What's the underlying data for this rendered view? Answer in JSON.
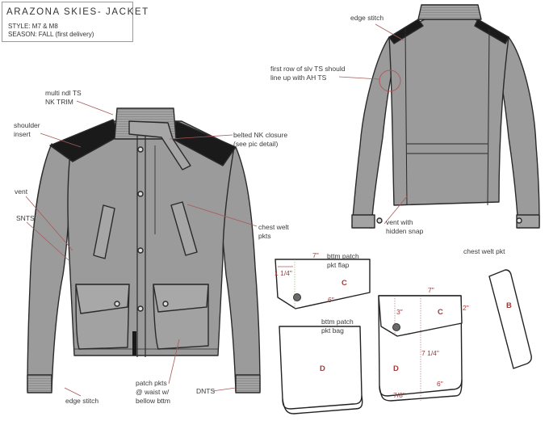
{
  "title_block": {
    "title": "ARAZONA SKIES- JACKET",
    "style": "STYLE: M7 & M8",
    "season": "SEASON: FALL (first delivery)"
  },
  "colors": {
    "garment_fill": "#9b9b9b",
    "insert_fill": "#1a1a1a",
    "outline": "#2a2a2a",
    "leader_line": "#a85a5a",
    "dimension_text": "#a33a3a"
  },
  "front_view": {
    "callouts": [
      {
        "id": "multi-ndl",
        "lines": [
          "multi ndl TS",
          "NK TRIM"
        ]
      },
      {
        "id": "shoulder-insert",
        "lines": [
          "shoulder",
          "insert"
        ]
      },
      {
        "id": "belted-nk",
        "lines": [
          "belted NK closure",
          "(see pic detail)"
        ]
      },
      {
        "id": "vent",
        "lines": [
          "vent"
        ]
      },
      {
        "id": "snts",
        "lines": [
          "SNTS"
        ]
      },
      {
        "id": "chest-welt",
        "lines": [
          "chest welt",
          "pkts"
        ]
      },
      {
        "id": "patch-pkts",
        "lines": [
          "patch pkts",
          "@ waist w/",
          "bellow bttm"
        ]
      },
      {
        "id": "dnts",
        "lines": [
          "DNTS"
        ]
      },
      {
        "id": "edge-stitch-front",
        "lines": [
          "edge stitch"
        ]
      }
    ]
  },
  "back_view": {
    "callouts": [
      {
        "id": "edge-stitch-back",
        "lines": [
          "edge stitch"
        ]
      },
      {
        "id": "slv-ts",
        "lines": [
          "first row of slv TS should",
          "line up with AH TS"
        ]
      },
      {
        "id": "vent-snap",
        "lines": [
          "vent with",
          "hidden snap"
        ]
      }
    ]
  },
  "pattern_pieces": {
    "flap": {
      "labels": [
        "bttm patch",
        "pkt flap"
      ],
      "letter": "C",
      "dims": {
        "top": "7\"",
        "side": "1 1/4\"",
        "bottom": "6\""
      }
    },
    "bag": {
      "labels": [
        "bttm patch",
        "pkt bag"
      ],
      "letter": "D"
    },
    "assembled": {
      "letters": {
        "flap": "C",
        "bag": "D"
      },
      "dims": {
        "top": "7\"",
        "right": "2\"",
        "flap_depth": "3\"",
        "height": "7 1/4\"",
        "bottom": "6\"",
        "bellow": "7/8\""
      }
    },
    "chest_welt": {
      "label": "chest welt pkt",
      "letter": "B"
    }
  }
}
